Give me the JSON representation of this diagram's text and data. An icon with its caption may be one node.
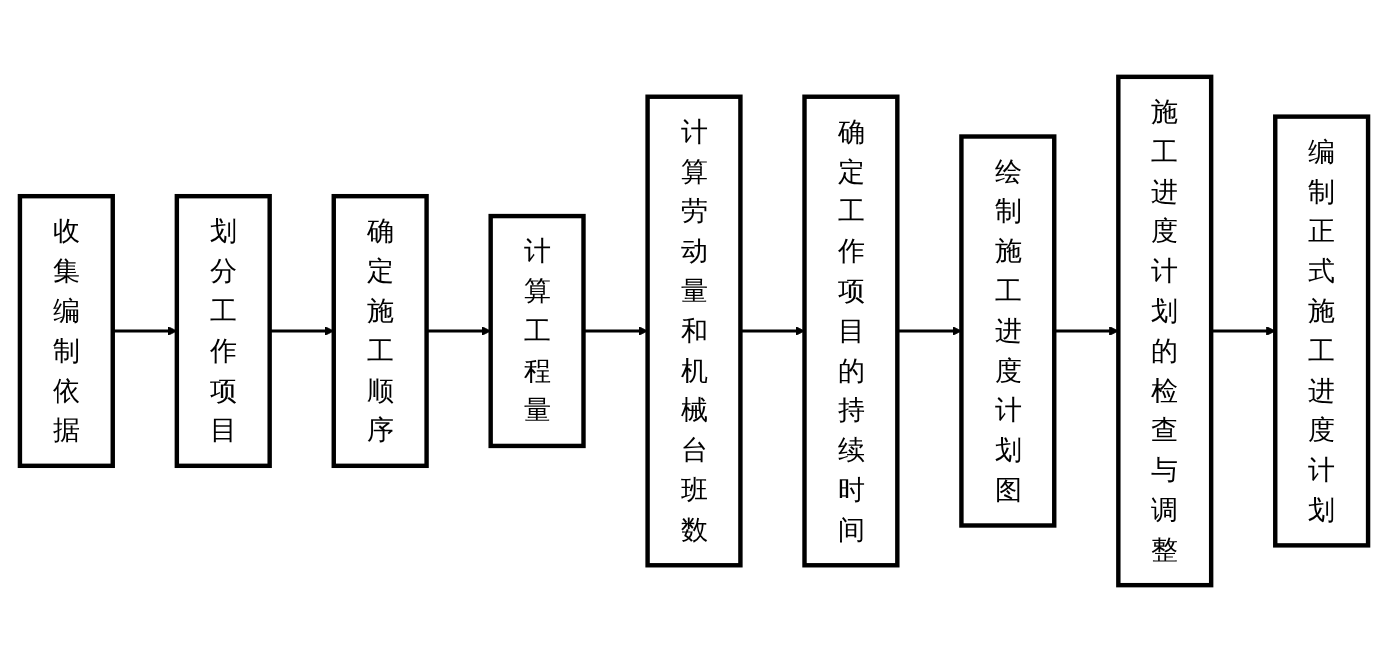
{
  "diagram": {
    "nodes": [
      {
        "text": [
          "收集编制依据"
        ]
      },
      {
        "text": [
          "划分工作项目"
        ]
      },
      {
        "text": [
          "确定施工顺序"
        ]
      },
      {
        "text": [
          "计算工程量"
        ]
      },
      {
        "text": [
          "计算劳动量和机械台班数"
        ]
      },
      {
        "text": [
          "确定工作项目的持续时间"
        ]
      },
      {
        "text": [
          "绘制施工进度计划图"
        ]
      },
      {
        "text": [
          "施工进度计划的检查与调整"
        ]
      },
      {
        "text": [
          "编制正式施工进度计划"
        ]
      }
    ],
    "edges": [
      {
        "from": 0,
        "to": 1,
        "arrow": "to"
      },
      {
        "from": 1,
        "to": 2,
        "arrow": "to"
      },
      {
        "from": 2,
        "to": 3,
        "arrow": "to"
      },
      {
        "from": 3,
        "to": 4,
        "arrow": "to"
      },
      {
        "from": 4,
        "to": 5,
        "arrow": "to"
      },
      {
        "from": 5,
        "to": 6,
        "arrow": "to"
      },
      {
        "from": 6,
        "to": 7,
        "arrow": "to"
      },
      {
        "from": 7,
        "to": 8,
        "arrow": "to"
      }
    ]
  }
}
